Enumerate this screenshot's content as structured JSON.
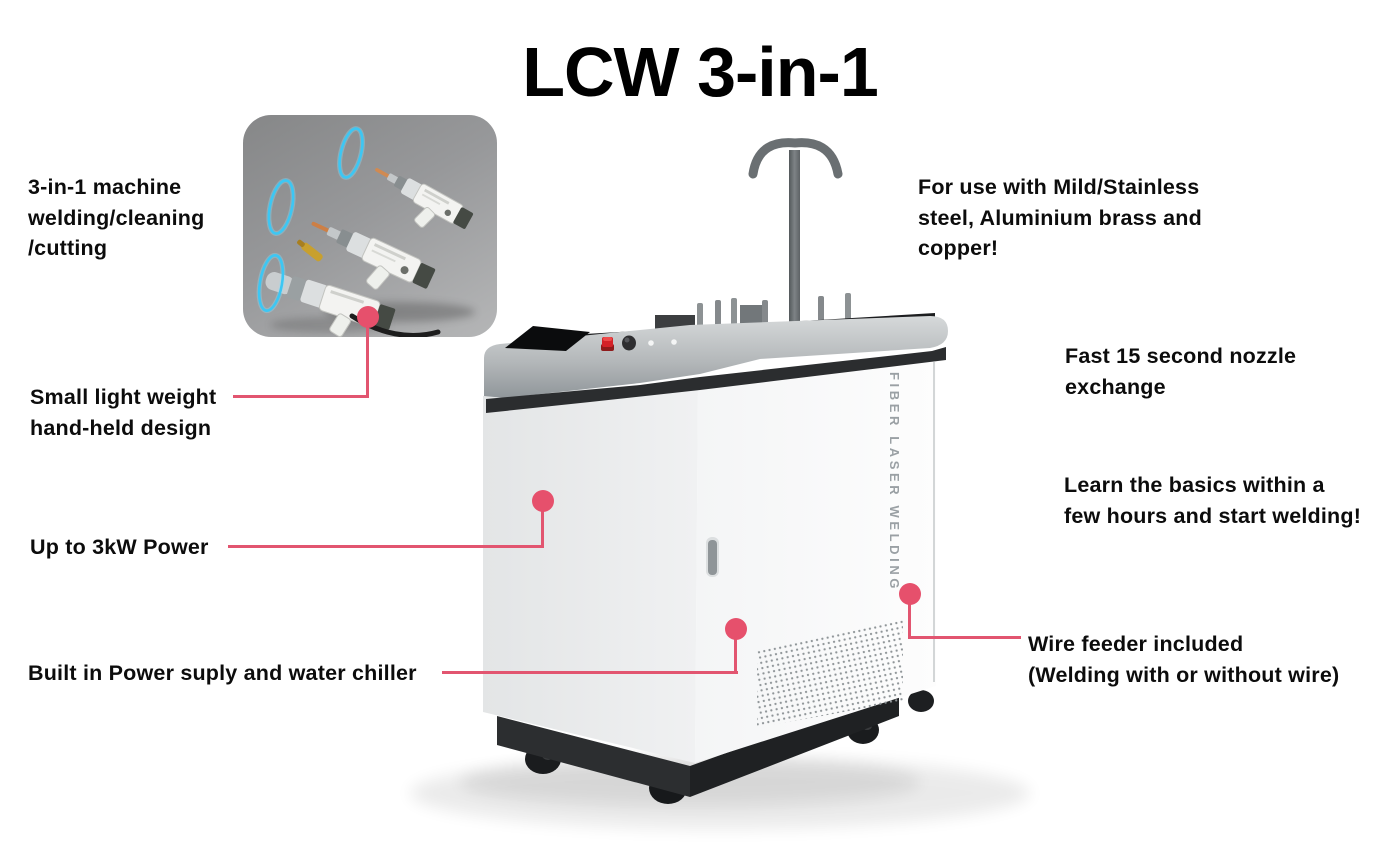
{
  "title": "LCW 3-in-1",
  "colors": {
    "accent_line": "#e25570",
    "accent_dot": "#e6506c",
    "title_text": "#000000",
    "body_text": "#0c0c0c"
  },
  "machine": {
    "side_label": "FIBER LASER WELDING"
  },
  "callouts": {
    "three_in_one": {
      "lines": [
        "3-in-1 machine",
        "welding/cleaning",
        "/cutting"
      ]
    },
    "handheld": {
      "lines": [
        "Small light weight",
        "hand-held design"
      ]
    },
    "power": {
      "lines": [
        "Up to 3kW Power"
      ]
    },
    "builtin": {
      "lines": [
        "Built in Power suply and water chiller"
      ]
    },
    "materials": {
      "lines": [
        "For use with Mild/Stainless",
        "steel, Aluminium brass and",
        "copper!"
      ]
    },
    "nozzle": {
      "lines": [
        "Fast 15 second nozzle",
        "exchange"
      ]
    },
    "learn": {
      "lines": [
        "Learn the basics within a",
        "few hours and start welding!"
      ]
    },
    "wire_feeder": {
      "lines": [
        "Wire feeder included",
        "(Welding with or without wire)"
      ]
    }
  }
}
